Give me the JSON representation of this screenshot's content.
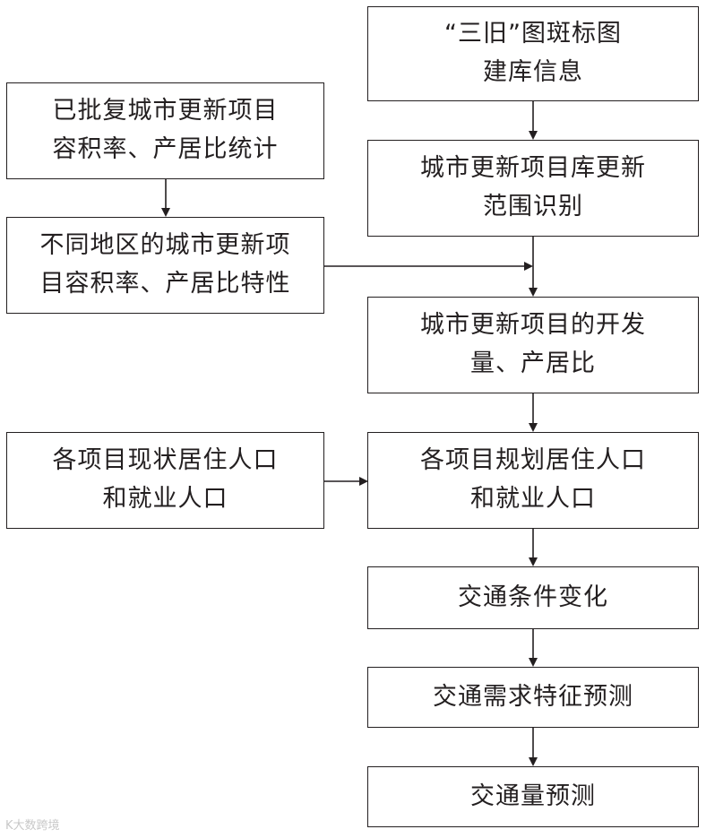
{
  "colors": {
    "stroke": "#231f20",
    "text": "#231f20",
    "background": "#ffffff",
    "watermark": "#c8c8c8"
  },
  "nodes": {
    "sanjiu": {
      "line1": "“三旧”图斑标图",
      "line2": "建库信息"
    },
    "range": {
      "line1": "城市更新项目库更新",
      "line2": "范围识别"
    },
    "approved_stats": {
      "line1": "已批复城市更新项目",
      "line2": "容积率、产居比统计"
    },
    "regional_traits": {
      "line1": "不同地区的城市更新项",
      "line2": "目容积率、产居比特性"
    },
    "dev_volume": {
      "line1": "城市更新项目的开发",
      "line2": "量、产居比"
    },
    "current_pop": {
      "line1": "各项目现状居住人口",
      "line2": "和就业人口"
    },
    "planned_pop": {
      "line1": "各项目规划居住人口",
      "line2": "和就业人口"
    },
    "traffic_conditions": {
      "line1": "交通条件变化"
    },
    "demand_forecast": {
      "line1": "交通需求特征预测"
    },
    "volume_forecast": {
      "line1": "交通量预测"
    }
  },
  "watermark": "K大数跨境",
  "connectors": [
    {
      "from": "sanjiu",
      "to": "range"
    },
    {
      "from": "approved_stats",
      "to": "regional_traits"
    },
    {
      "from": "range",
      "to": "dev_volume"
    },
    {
      "from": "regional_traits",
      "to": "dev_volume"
    },
    {
      "from": "dev_volume",
      "to": "planned_pop"
    },
    {
      "from": "current_pop",
      "to": "planned_pop"
    },
    {
      "from": "planned_pop",
      "to": "traffic_conditions"
    },
    {
      "from": "traffic_conditions",
      "to": "demand_forecast"
    },
    {
      "from": "demand_forecast",
      "to": "volume_forecast"
    }
  ]
}
